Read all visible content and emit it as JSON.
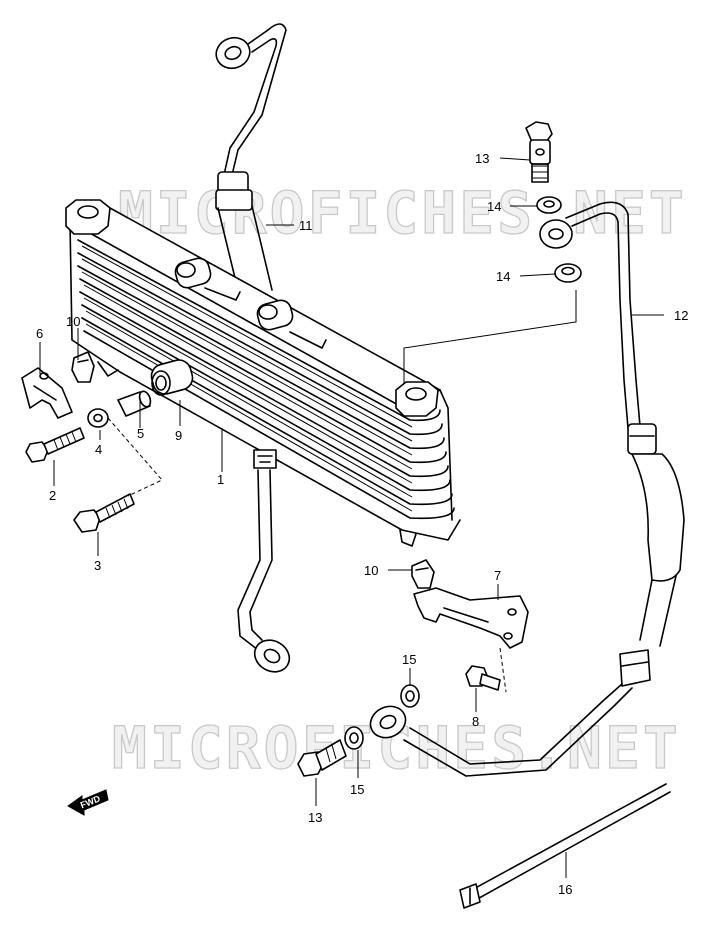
{
  "watermarks": [
    "MICROFICHES.NET",
    "MICROFICHES.NET"
  ],
  "fwd_label": "FWD",
  "callouts": {
    "c1": "1",
    "c2": "2",
    "c3": "3",
    "c4": "4",
    "c5": "5",
    "c6": "6",
    "c7": "7",
    "c8": "8",
    "c9": "9",
    "c10a": "10",
    "c10b": "10",
    "c11": "11",
    "c12": "12",
    "c13a": "13",
    "c13b": "13",
    "c14a": "14",
    "c14b": "14",
    "c15a": "15",
    "c15b": "15",
    "c16": "16"
  },
  "colors": {
    "line": "#000000",
    "background": "#ffffff",
    "watermark": "#c9c9c9"
  }
}
